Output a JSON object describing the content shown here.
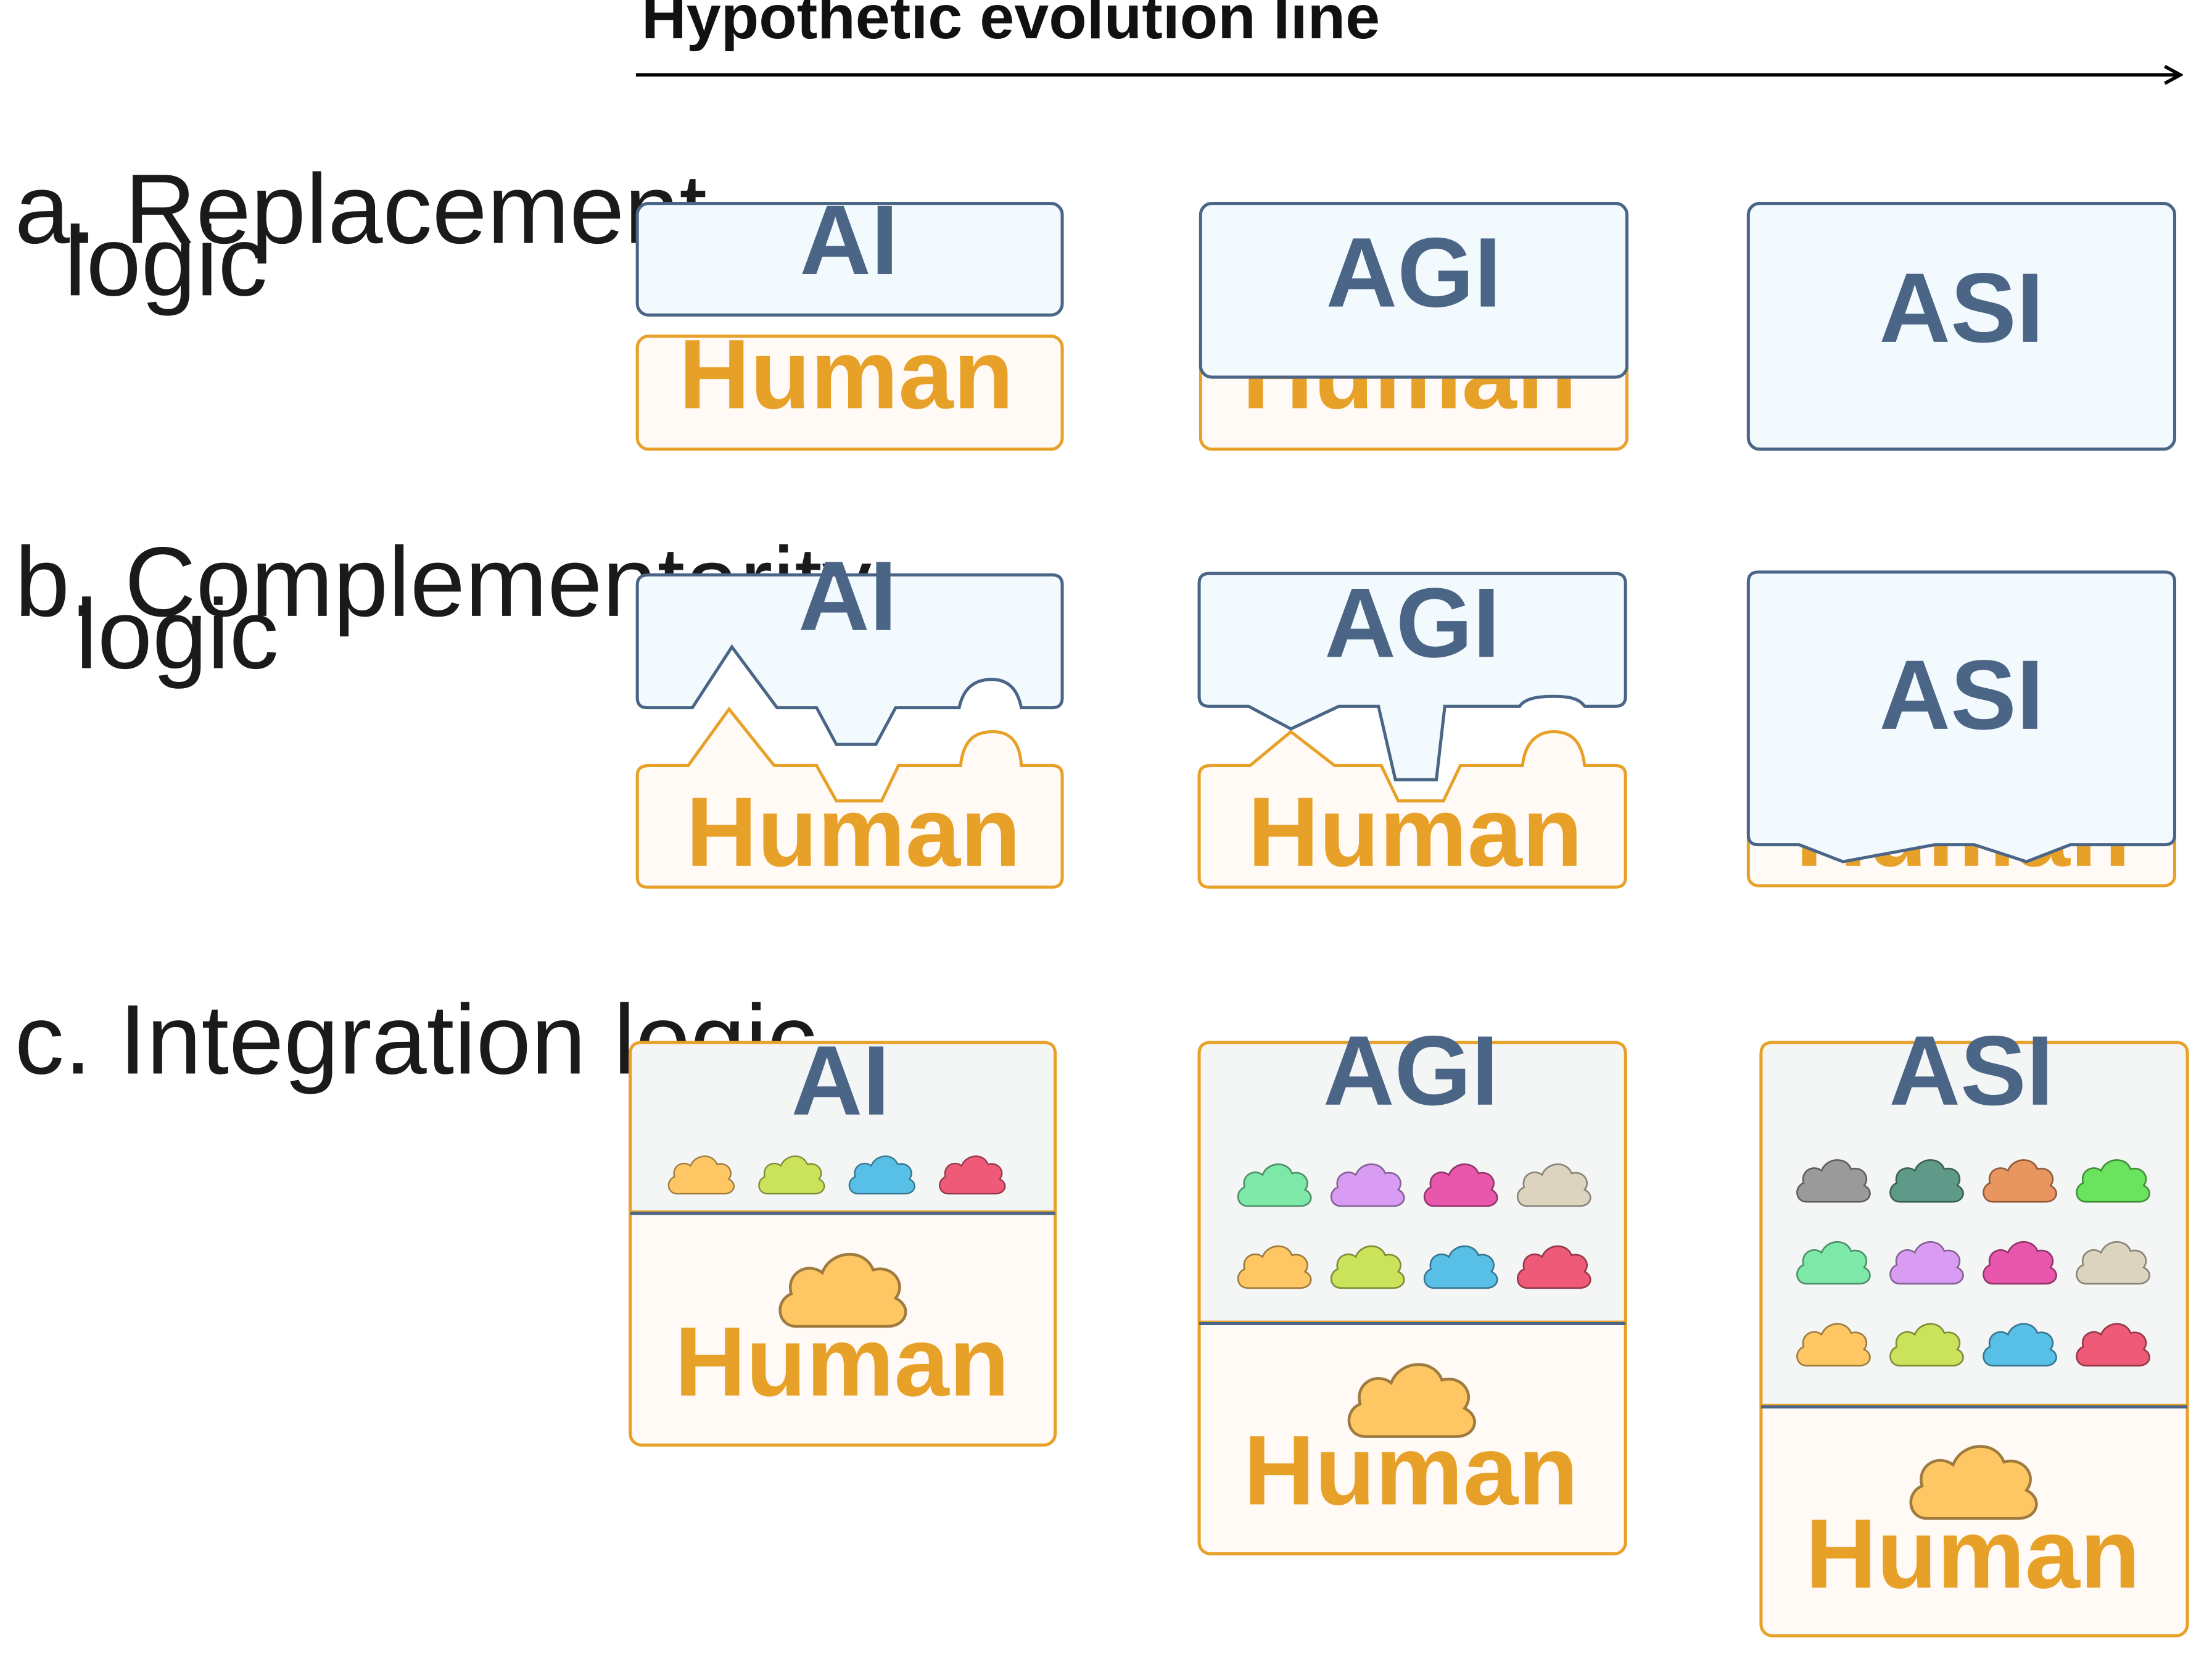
{
  "timeline": {
    "label": "Hypothetic evolution line"
  },
  "rows": {
    "replacement": {
      "label_line1": "a. Replacement",
      "label_line2": "logic"
    },
    "complementarity": {
      "label_line1": "b. Complementarity",
      "label_line2": "logic"
    },
    "integration": {
      "label": "c. Integration logic"
    }
  },
  "stages": [
    "AI",
    "AGI",
    "ASI"
  ],
  "human_label": "Human",
  "colors": {
    "ai_stroke": "#4b6587",
    "ai_fill": "#f2fafd",
    "ai_text": "#4b6587",
    "human_stroke": "#e8a128",
    "human_fill": "#fffaf6",
    "human_text": "#e8a128",
    "integration_ai_fill": "#f4f6f6",
    "human_cloud": "#ffc764"
  },
  "cloud_palettes": {
    "ai": [
      "#ffc764",
      "#cbe35b",
      "#58bfe6",
      "#ef5a78"
    ],
    "agi": [
      "#7de8a8",
      "#d89cf2",
      "#e957ad",
      "#ddd4c0",
      "#ffc764",
      "#cbe35b",
      "#58bfe6",
      "#ef5a78"
    ],
    "asi": [
      "#9a9a9a",
      "#5f9a88",
      "#e9955f",
      "#6ae35e",
      "#7de8a8",
      "#d89cf2",
      "#e957ad",
      "#ddd4c0",
      "#ffc764",
      "#cbe35b",
      "#58bfe6",
      "#ef5a78"
    ]
  }
}
